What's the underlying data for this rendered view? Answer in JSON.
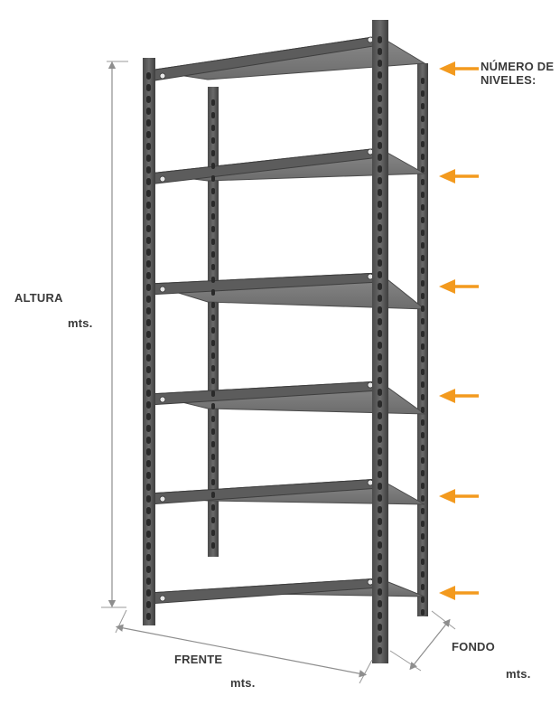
{
  "labels": {
    "altura": "ALTURA",
    "altura_unit": "mts.",
    "frente": "FRENTE",
    "frente_unit": "mts.",
    "fondo": "FONDO",
    "fondo_unit": "mts.",
    "niveles": "NÚMERO DE NIVELES:"
  },
  "shelf_count": 6,
  "colors": {
    "arrow": "#f39a1e",
    "dimension_line": "#8e8e8e",
    "post": "#5a5a5a",
    "shelf": "#6e6e6e"
  },
  "icons": [
    "level-arrow-icon",
    "dimension-arrow-icon"
  ]
}
